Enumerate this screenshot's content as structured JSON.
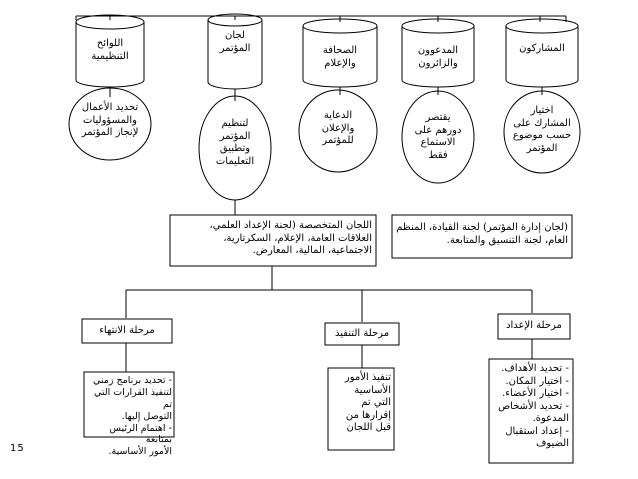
{
  "top_cylinders": [
    {
      "label": "اللوائح\nالتنظيمية"
    },
    {
      "label": "لجان\nالمؤتمر"
    },
    {
      "label": "الصحافة\nوالإعلام"
    },
    {
      "label": "المدعوون\nوالزائرون"
    },
    {
      "label": "المشاركون"
    }
  ],
  "ovals": [
    {
      "text": "تحديد الأعمال\nوالمسؤوليات\nلإنجاز المؤتمر"
    },
    {
      "text": "لتنظيم\nالمؤتمر\nوتطبيق\nالتعليمات"
    },
    {
      "text": "الدعاية\nوالإعلان\nللمؤتمر"
    },
    {
      "text": "يقتصر\nدورهم على\nالاستماع\nفقط"
    },
    {
      "text": "اختيار\nالمشارك على\nحسب موضوع\nالمؤتمر"
    }
  ],
  "committee_boxes": [
    {
      "text": "اللجان المتخصصة (لجنة الإعداد العلمي،\nالعلاقات العامة، الإعلام، السكرتارية،\nالاجتماعية، المالية، المعارض."
    },
    {
      "text": "(لجان إدارة المؤتمر) لجنة القيادة، المنظم\nالعام، لجنة التنسيق والمتابعة."
    }
  ],
  "phases": [
    {
      "label": "مرحلة الانتهاء"
    },
    {
      "label": "مرحلة التنفيذ"
    },
    {
      "label": "مرحلة الإعداد"
    }
  ],
  "phase_details": [
    {
      "text": "- تحديد برنامج زمني\nلتنفيذ القرارات التي تم\nالتوصل إليها.\n- اهتمام الرئيس بمتابعة\nالأمور الأساسية."
    },
    {
      "text": "تنفيذ الأمور\nالأساسية\nالتي تم\nإقرارها من\nقبل اللجان"
    },
    {
      "text": "- تحديد الأهداف.\n- اختيار المكان.\n- اختيار الأعضاء.\n- تحديد الأشخاص\nالمدعوة.\n- إعداد استقبال\nالضيوف"
    }
  ],
  "page_number": "15"
}
